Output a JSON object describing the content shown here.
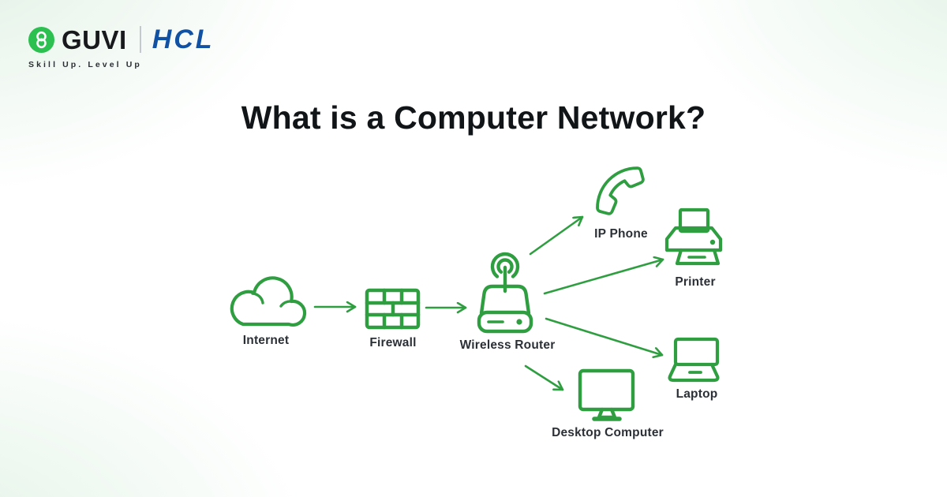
{
  "brand": {
    "guvi": "GUVI",
    "hcl": "HCL",
    "tagline": "Skill Up. Level Up",
    "guvi_green": "#2bc04f",
    "hcl_blue": "#1151a4"
  },
  "title": "What is a Computer Network?",
  "diagram": {
    "stroke_color": "#2f9e41",
    "nodes": [
      {
        "id": "internet",
        "icon": "cloud-icon",
        "label": "Internet"
      },
      {
        "id": "firewall",
        "icon": "brick-wall-icon",
        "label": "Firewall"
      },
      {
        "id": "wireless-router",
        "icon": "wifi-router-icon",
        "label": "Wireless Router"
      },
      {
        "id": "ip-phone",
        "icon": "phone-handset-icon",
        "label": "IP Phone"
      },
      {
        "id": "printer",
        "icon": "printer-icon",
        "label": "Printer"
      },
      {
        "id": "laptop",
        "icon": "laptop-icon",
        "label": "Laptop"
      },
      {
        "id": "desktop-computer",
        "icon": "desktop-monitor-icon",
        "label": "Desktop Computer"
      }
    ],
    "edges": [
      {
        "from": "internet",
        "to": "firewall"
      },
      {
        "from": "firewall",
        "to": "wireless-router"
      },
      {
        "from": "wireless-router",
        "to": "ip-phone"
      },
      {
        "from": "wireless-router",
        "to": "printer"
      },
      {
        "from": "wireless-router",
        "to": "laptop"
      },
      {
        "from": "wireless-router",
        "to": "desktop-computer"
      }
    ]
  }
}
